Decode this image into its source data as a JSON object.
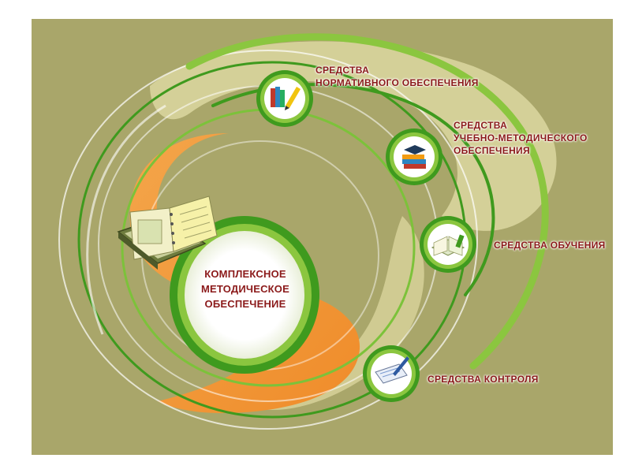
{
  "center": {
    "line1": "КОМПЛЕКСНОЕ",
    "line2": "МЕТОДИЧЕСКОЕ",
    "line3": "ОБЕСПЕЧЕНИЕ",
    "icon": "notebook-icon"
  },
  "nodes": [
    {
      "line1": "СРЕДСТВА",
      "line2": "НОРМАТИВНОГО ОБЕСПЕЧЕНИЯ",
      "icon": "books-pencil-icon"
    },
    {
      "line1": "СРЕДСТВА",
      "line2": "УЧЕБНО-МЕТОДИЧЕСКОГО",
      "line3": "ОБЕСПЕЧЕНИЯ",
      "icon": "books-graduation-cap-icon"
    },
    {
      "line1": "СРЕДСТВА ОБУЧЕНИЯ",
      "icon": "open-book-icon"
    },
    {
      "line1": "СРЕДСТВА КОНТРОЛЯ",
      "icon": "writing-pad-icon"
    }
  ],
  "colors": {
    "background": "#a9a66a",
    "green": "#3f9a1e",
    "light_green": "#8bc63f",
    "orange": "#f29a3a",
    "cream": "#dfd9a3",
    "label": "#8b1a1a"
  }
}
